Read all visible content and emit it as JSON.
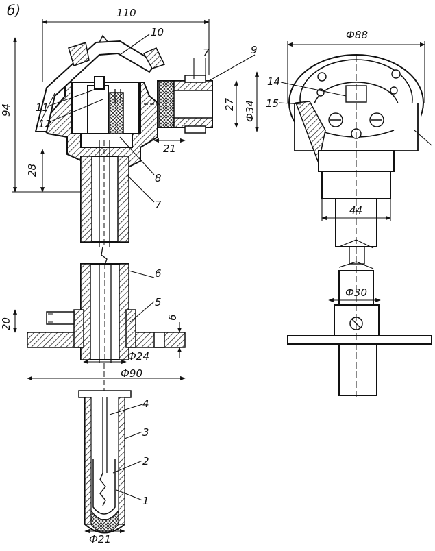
{
  "figure_label": "б)",
  "dimensions": {
    "d110": "110",
    "d94": "94",
    "d7": "7",
    "d27": "27",
    "d34": "Ф34",
    "d21_top": "21",
    "d28": "28",
    "d20": "20",
    "d6": "6",
    "d24": "Ф24",
    "d90": "Ф90",
    "d21_bottom": "Ф21",
    "d88": "Ф88",
    "d44": "44",
    "d30": "Ф30"
  },
  "callouts": {
    "c1": "1",
    "c2": "2",
    "c3": "3",
    "c4": "4",
    "c5": "5",
    "c6": "6",
    "c7": "7",
    "c8": "8",
    "c9": "9",
    "c10": "10",
    "c11": "11",
    "c12": "12",
    "c14": "14",
    "c15": "15"
  }
}
